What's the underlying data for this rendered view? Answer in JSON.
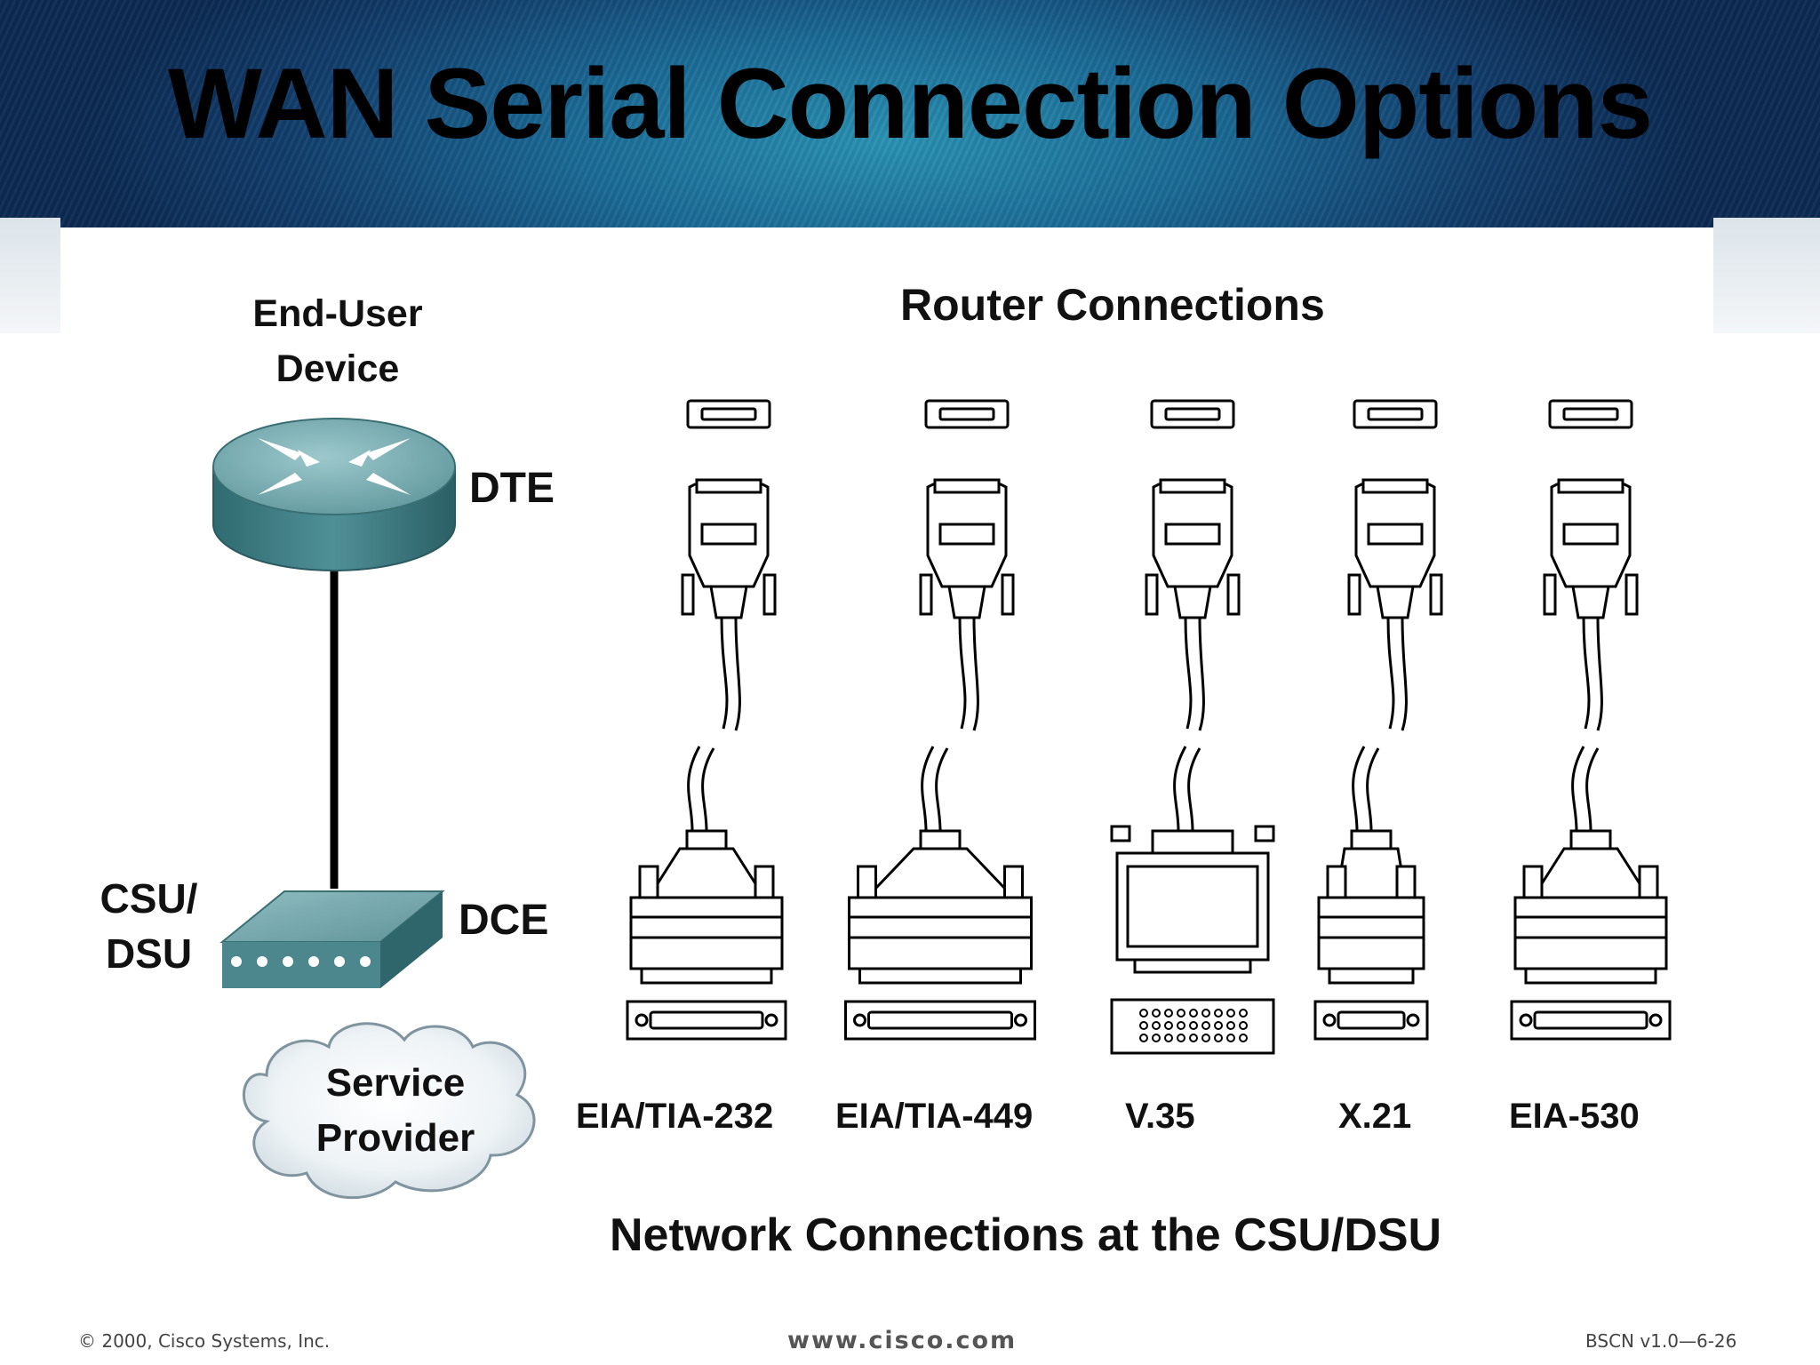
{
  "slide": {
    "title": "WAN Serial Connection Options",
    "end_user_label": [
      "End-User",
      "Device"
    ],
    "dte_label": "DTE",
    "csu_dsu_label": [
      "CSU/",
      "DSU"
    ],
    "dce_label": "DCE",
    "service_provider_label": [
      "Service",
      "Provider"
    ],
    "router_connections_label": "Router Connections",
    "network_connections_label": "Network Connections at the CSU/DSU"
  },
  "connectors": [
    {
      "label": "EIA/TIA-232",
      "type": "db25"
    },
    {
      "label": "EIA/TIA-449",
      "type": "db37"
    },
    {
      "label": "V.35",
      "type": "m34"
    },
    {
      "label": "X.21",
      "type": "db15"
    },
    {
      "label": "EIA-530",
      "type": "db25"
    }
  ],
  "footer": {
    "copyright": "© 2000, Cisco Systems, Inc.",
    "url": "www.cisco.com",
    "course": "BSCN v1.0—6-26"
  },
  "colors": {
    "router_body": "#3f7e84",
    "router_top": "#6fa8ad",
    "modem_body": "#4f8a90",
    "line": "#000000"
  }
}
